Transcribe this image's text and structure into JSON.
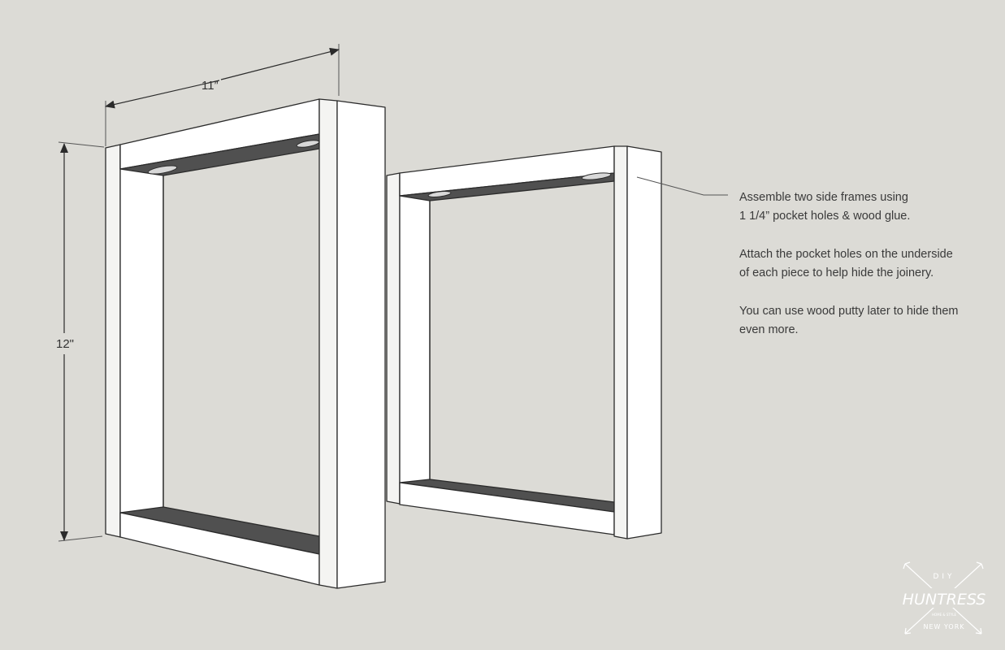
{
  "dimensions": {
    "width_label": "11”",
    "height_label": "12\""
  },
  "instructions": [
    "Assemble two side frames using\n1 1/4” pocket holes & wood glue.",
    "Attach the pocket holes on the underside\nof each piece to help hide the joinery.",
    "You can use wood putty later to hide them\neven more."
  ],
  "logo": {
    "top": "DIY",
    "main": "HUNTRESS",
    "small": "HOME & STYLE",
    "bottom": "NEW YORK"
  },
  "colors": {
    "background": "#dcdbd6",
    "wood_face": "#ffffff",
    "wood_shade": "#f1f1ee",
    "shadow_board": "#505050",
    "outline": "#2b2b2b"
  }
}
